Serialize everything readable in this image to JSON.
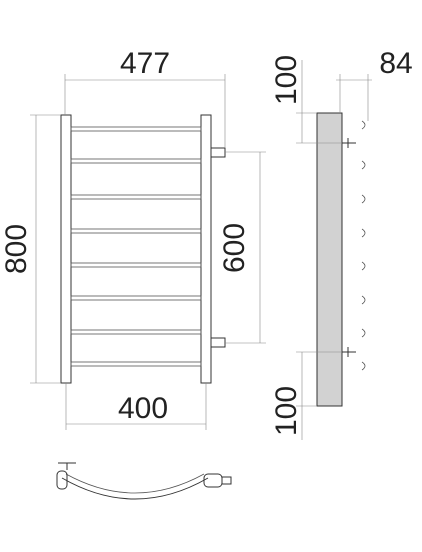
{
  "dimensions": {
    "overall_width": "477",
    "depth": "84",
    "height": "800",
    "center_distance": "600",
    "rail_spacing": "400",
    "top_offset": "100",
    "bottom_offset": "100"
  },
  "colors": {
    "stroke": "#333333",
    "side_profile_fill": "#d2d2d2",
    "text": "#222222"
  }
}
